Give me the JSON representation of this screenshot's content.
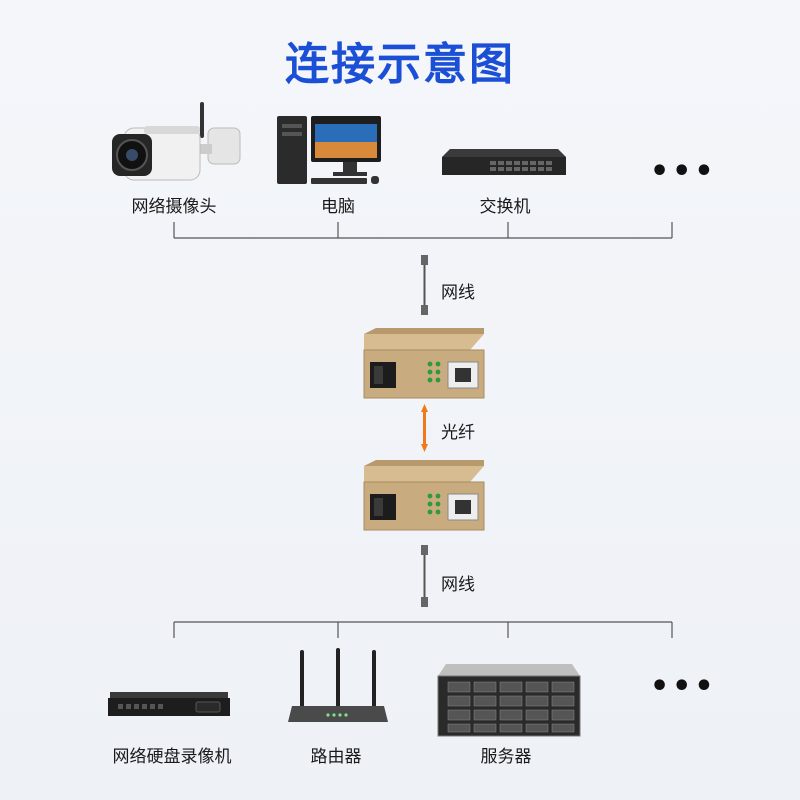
{
  "title": "连接示意图",
  "top_devices": [
    {
      "label": "网络摄像头",
      "icon": "ip-camera-icon"
    },
    {
      "label": "电脑",
      "icon": "computer-icon"
    },
    {
      "label": "交换机",
      "icon": "network-switch-icon"
    }
  ],
  "top_more": "•••",
  "cables": {
    "upper": "网线",
    "fiber": "光纤",
    "lower": "网线"
  },
  "bottom_devices": [
    {
      "label": "网络硬盘录像机",
      "icon": "nvr-icon"
    },
    {
      "label": "路由器",
      "icon": "router-icon"
    },
    {
      "label": "服务器",
      "icon": "server-icon"
    }
  ],
  "bottom_more": "•••",
  "colors": {
    "title": "#1b4fd6",
    "fiber": "#f07a1a",
    "converter_body": "#c8ab7e",
    "line": "#444444"
  }
}
